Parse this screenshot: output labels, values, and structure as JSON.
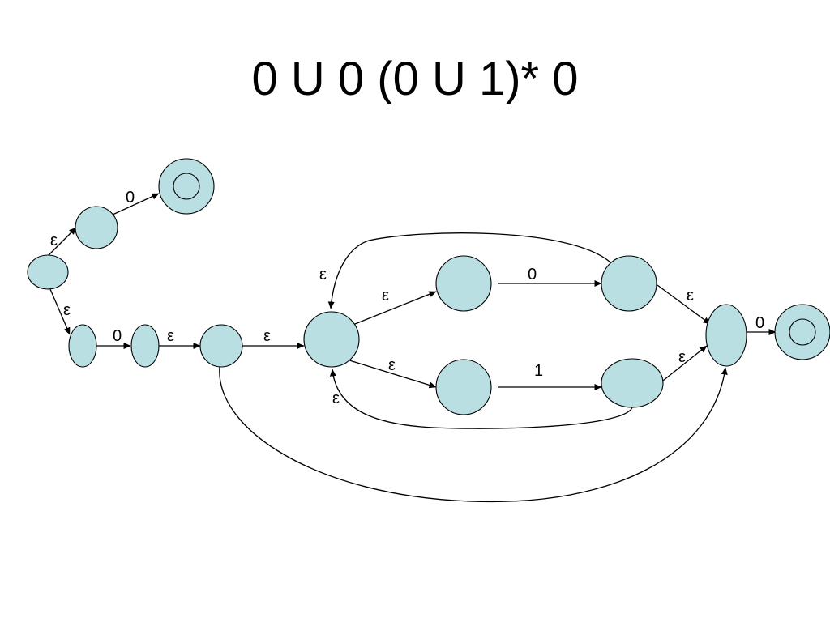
{
  "title": "0 U 0 (0 U 1)* 0",
  "colors": {
    "state_fill": "#b9dfe3",
    "stroke": "#000000"
  },
  "transition_labels": {
    "eps_to_upper": "ε",
    "zero_upper": "0",
    "eps_to_lower": "ε",
    "zero_lower": "0",
    "eps_after_zero": "ε",
    "eps_to_loop_entry": "ε",
    "eps_loop_back_top": "ε",
    "eps_entry_to_zero": "ε",
    "zero_branch": "0",
    "eps_zero_to_exit": "ε",
    "eps_entry_to_one": "ε",
    "one_branch": "1",
    "eps_one_to_exit": "ε",
    "eps_loop_back_bottom": "ε",
    "zero_final": "0"
  }
}
